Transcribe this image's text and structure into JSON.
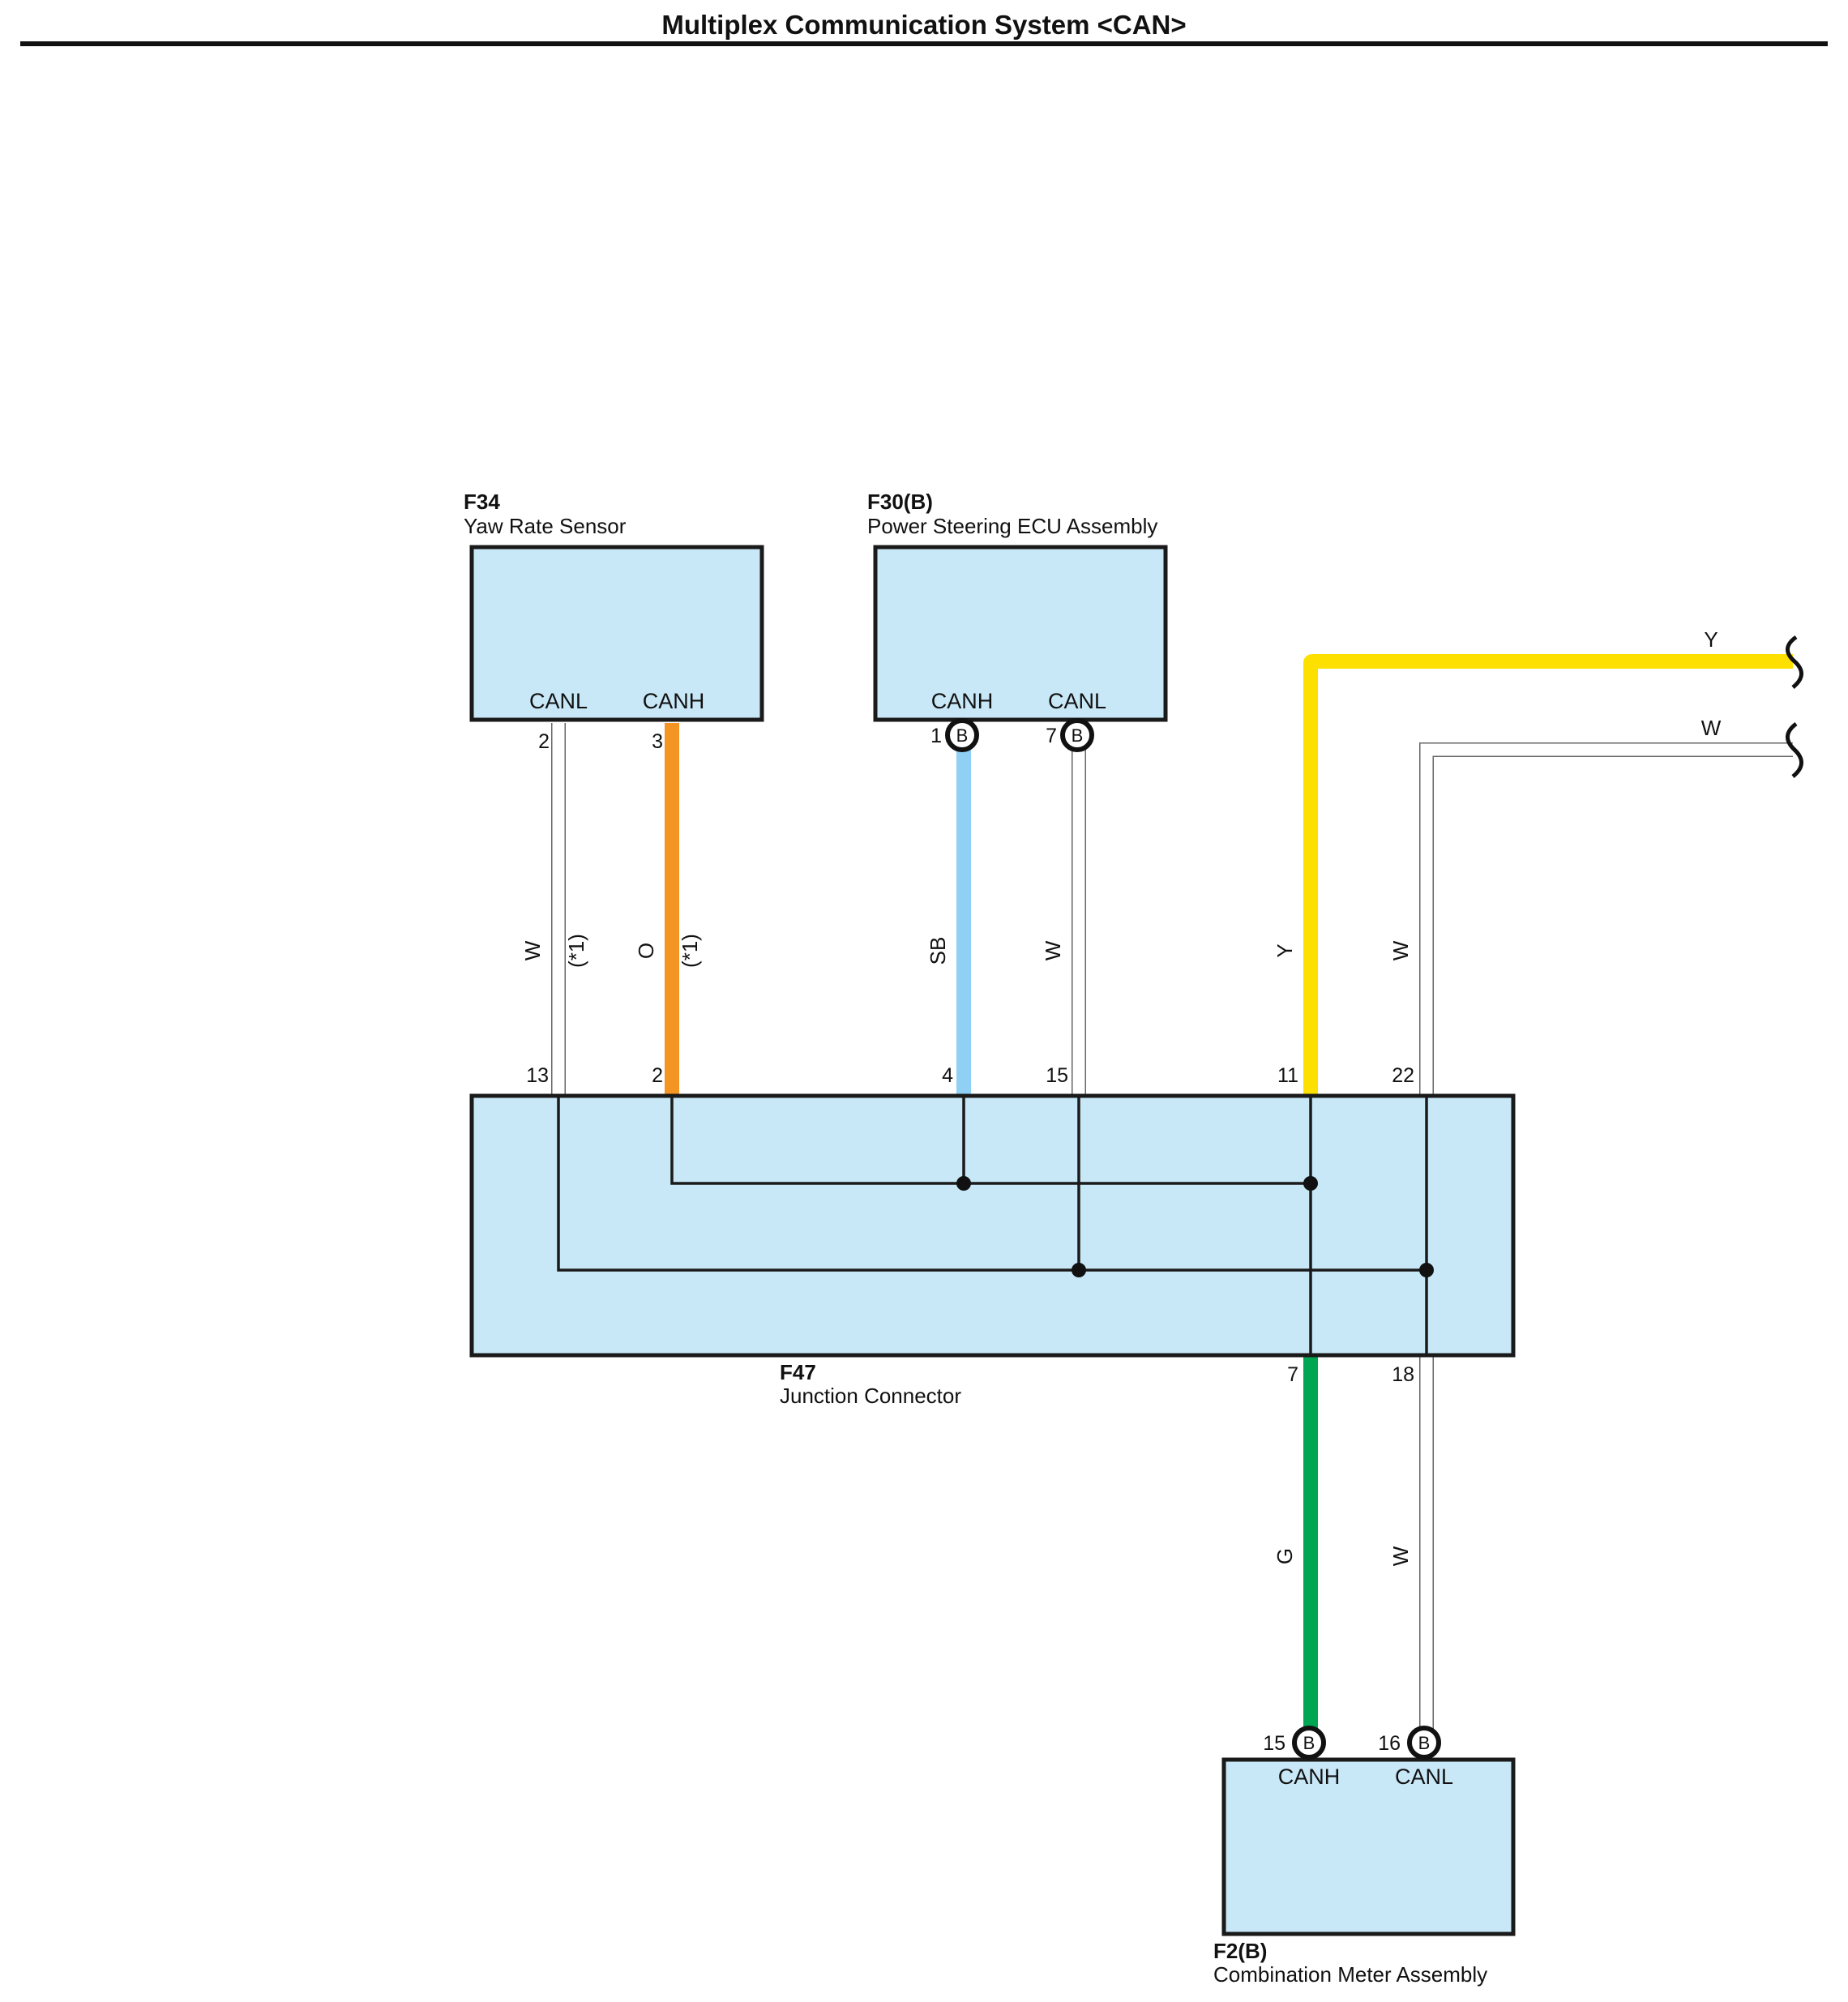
{
  "title": "Multiplex Communication System <CAN>",
  "components": {
    "f34": {
      "code": "F34",
      "name": "Yaw Rate Sensor",
      "terminals": [
        "CANL",
        "CANH"
      ],
      "pins": [
        "2",
        "3"
      ]
    },
    "f30": {
      "code": "F30(B)",
      "name": "Power Steering ECU Assembly",
      "terminals": [
        "CANH",
        "CANL"
      ],
      "pins": [
        "1",
        "7"
      ],
      "connector_mark": "B"
    },
    "f47": {
      "code": "F47",
      "name": "Junction Connector",
      "top_pins": [
        "13",
        "2",
        "4",
        "15",
        "11",
        "22"
      ],
      "bottom_pins": [
        "7",
        "18"
      ]
    },
    "f2": {
      "code": "F2(B)",
      "name": "Combination Meter Assembly",
      "terminals": [
        "CANH",
        "CANL"
      ],
      "pins": [
        "15",
        "16"
      ],
      "connector_mark": "B"
    }
  },
  "wires": {
    "f34_canl": {
      "color_code": "W",
      "note": "(*1)"
    },
    "f34_canh": {
      "color_code": "O",
      "note": "(*1)"
    },
    "f30_canh": {
      "color_code": "SB"
    },
    "f30_canl": {
      "color_code": "W"
    },
    "out_y_vertical": {
      "color_code": "Y"
    },
    "out_w_vertical": {
      "color_code": "W"
    },
    "out_y_horizontal": {
      "color_code": "Y"
    },
    "out_w_horizontal": {
      "color_code": "W"
    },
    "meter_canh": {
      "color_code": "G"
    },
    "meter_canl": {
      "color_code": "W"
    }
  },
  "colors": {
    "box_fill": "#c8e8f8",
    "wire_orange": "#f39423",
    "wire_sky_blue": "#8fd0f5",
    "wire_yellow": "#fde000",
    "wire_green": "#00a651",
    "wire_white_outline": "#666666"
  }
}
